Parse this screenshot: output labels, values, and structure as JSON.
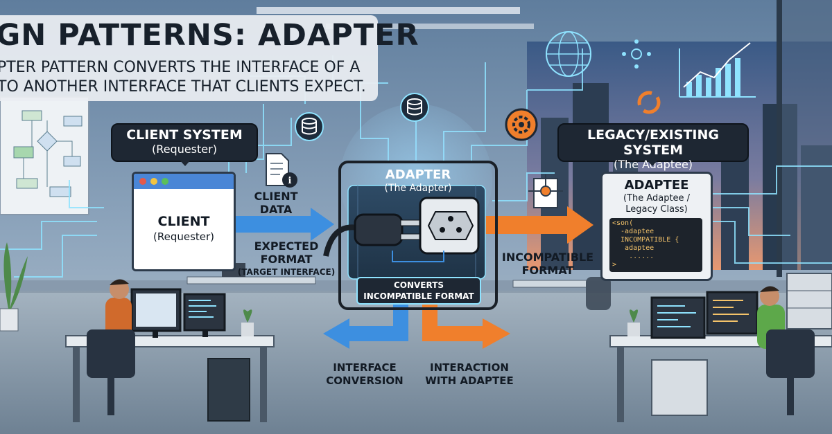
{
  "header": {
    "title": "GN PATTERNS: ADAPTER",
    "subtitle_line1": "PTER PATTERN CONVERTS THE INTERFACE OF A",
    "subtitle_line2": "TO ANOTHER INTERFACE THAT CLIENTS EXPECT."
  },
  "client_system": {
    "title": "CLIENT SYSTEM",
    "subtitle": "(Requester)"
  },
  "client_window": {
    "title": "CLIENT",
    "subtitle": "(Requester)"
  },
  "client_data_label": {
    "line1": "CLIENT",
    "line2": "DATA"
  },
  "expected_format": {
    "line1": "EXPECTED",
    "line2": "FORMAT",
    "line3": "(TARGET INTERFACE)"
  },
  "adapter": {
    "title": "ADAPTER",
    "subtitle": "(The Adapter)",
    "converts_line1": "CONVERTS",
    "converts_line2": "INCOMPATIBLE FORMAT"
  },
  "legacy_system": {
    "title": "LEGACY/EXISTING SYSTEM",
    "subtitle": "(The Adaptee)"
  },
  "adaptee": {
    "title": "ADAPTEE",
    "subtitle_line1": "(The Adaptee /",
    "subtitle_line2": "Legacy Class)",
    "code_lines": [
      "<son(",
      "  -adaptee",
      "  INCOMPATIBLE {",
      "   adaptee",
      "    ......",
      ">"
    ]
  },
  "incompatible_format": {
    "line1": "INCOMPATIBLE",
    "line2": "FORMAT"
  },
  "interface_conversion": {
    "line1": "INTERFACE",
    "line2": "CONVERSION"
  },
  "interaction_with_adaptee": {
    "line1": "INTERACTION",
    "line2": "WITH ADAPTEE"
  },
  "icons": [
    "database-icon",
    "document-info-icon",
    "gear-icon",
    "network-icon",
    "chart-icon",
    "plug-icon",
    "socket-icon",
    "flowchart-icon"
  ],
  "colors": {
    "blue_arrow": "#3d8fe0",
    "orange_arrow": "#f07f2c",
    "dark_panel": "#1e2733",
    "window_bar": "#4a86d6",
    "code_text": "#f4c36a"
  }
}
